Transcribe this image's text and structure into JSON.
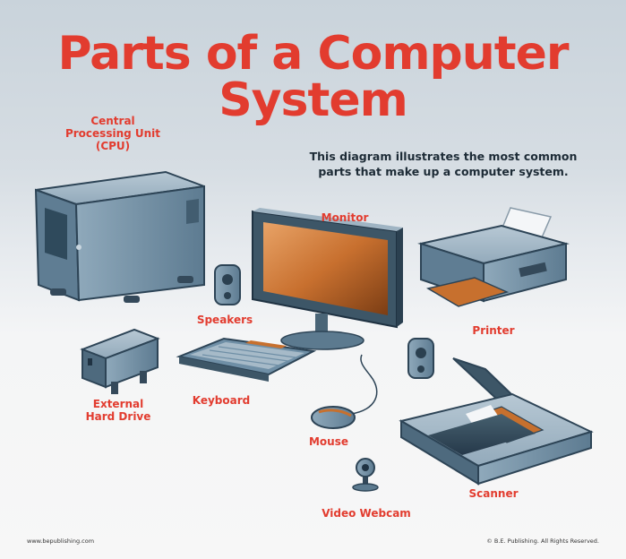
{
  "title": {
    "line1": "Parts of a Computer",
    "line2": "System"
  },
  "description": {
    "line1": "This diagram illustrates the most common",
    "line2": "parts that make up a computer system."
  },
  "labels": {
    "cpu": {
      "line1": "Central",
      "line2": "Processing Unit",
      "line3": "(CPU)"
    },
    "monitor": "Monitor",
    "speakers": "Speakers",
    "printer": "Printer",
    "external_hard_drive": {
      "line1": "External",
      "line2": "Hard Drive"
    },
    "keyboard": "Keyboard",
    "mouse": "Mouse",
    "scanner": "Scanner",
    "video_webcam": "Video Webcam"
  },
  "footer": {
    "left": "www.bepublishing.com",
    "right": "© B.E. Publishing. All Rights Reserved."
  },
  "colors": {
    "accent": "#e23c2f",
    "device_blue": "#6f8fa6",
    "screen_orange": "#c7702e",
    "dark_text": "#1d2b36"
  }
}
